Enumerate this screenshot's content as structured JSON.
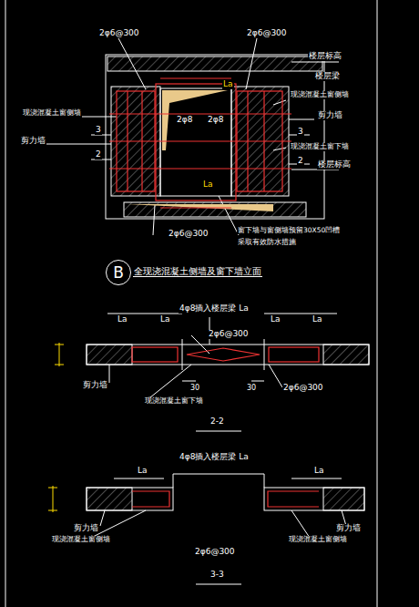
{
  "diagram": {
    "title": "全现浇混凝土侧墙及窗下墙立面",
    "nodes": [
      {
        "text": [
          "B"
        ]
      }
    ],
    "labels": [
      "2φ6@300",
      "2φ6@300",
      "楼层标高",
      "楼层梁",
      "现浇混凝土窗侧墙",
      "剪力墙",
      "3",
      "现浇混凝土窗下墙",
      "2",
      "楼层标高",
      "现浇混凝土窗侧墙",
      "剪力墙",
      "3",
      "2",
      "La",
      "2φ8",
      "2φ8",
      "La",
      "2φ6@300",
      "窗下墙与窗侧墙预留30X50凹槽",
      "采取有效防水措施",
      "4φ8插入楼层梁 La",
      "La",
      "La",
      "La",
      "La",
      "2φ6@300",
      "2φ6@300",
      "30",
      "30",
      "剪力墙",
      "现浇混凝土窗下墙",
      "2-2",
      "4φ8插入楼层梁 La",
      "La",
      "La",
      "剪力墙",
      "剪力墙",
      "现浇混凝土窗侧墙",
      "现浇混凝土窗侧墙",
      "2φ6@300",
      "3-3"
    ]
  }
}
